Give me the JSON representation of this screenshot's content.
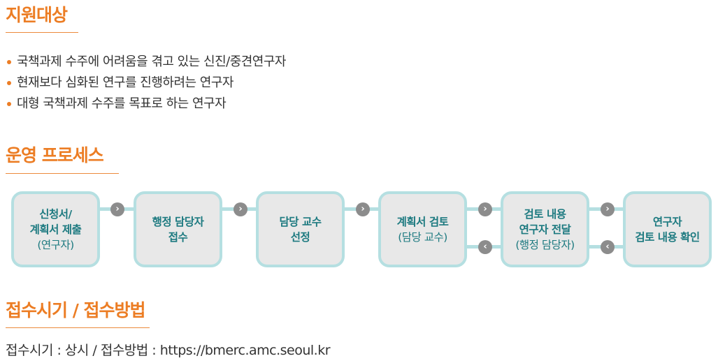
{
  "sections": {
    "target": {
      "title": "지원대상",
      "bullets": [
        "국책과제 수주에 어려움을 겪고 있는 신진/중견연구자",
        "현재보다 심화된 연구를 진행하려는 연구자",
        "대형 국책과제 수주를 목표로 하는 연구자"
      ]
    },
    "process": {
      "title": "운영 프로세스",
      "steps": [
        {
          "lines": [
            "신청서/",
            "계획서 제출"
          ],
          "sub": "(연구자)"
        },
        {
          "lines": [
            "행정 담당자",
            "접수"
          ],
          "sub": ""
        },
        {
          "lines": [
            "담당 교수",
            "선정"
          ],
          "sub": ""
        },
        {
          "lines": [
            "계획서 검토"
          ],
          "sub": "(담당 교수)"
        },
        {
          "lines": [
            "검토 내용",
            "연구자 전달"
          ],
          "sub": "(행정 담당자)"
        },
        {
          "lines": [
            "연구자",
            "검토 내용 확인"
          ],
          "sub": ""
        }
      ],
      "arrow_forward_icon": "chevron-right-icon",
      "arrow_back_icon": "chevron-left-icon"
    },
    "apply": {
      "title": "접수시기 / 접수방법",
      "info_prefix": "접수시기 : 상시 / 접수방법 : ",
      "url": "https://bmerc.amc.seoul.kr"
    }
  },
  "colors": {
    "accent": "#ec7d24",
    "step_border": "#b5dfe1",
    "step_text": "#1d7a80",
    "arrow": "#8c8c8c"
  }
}
